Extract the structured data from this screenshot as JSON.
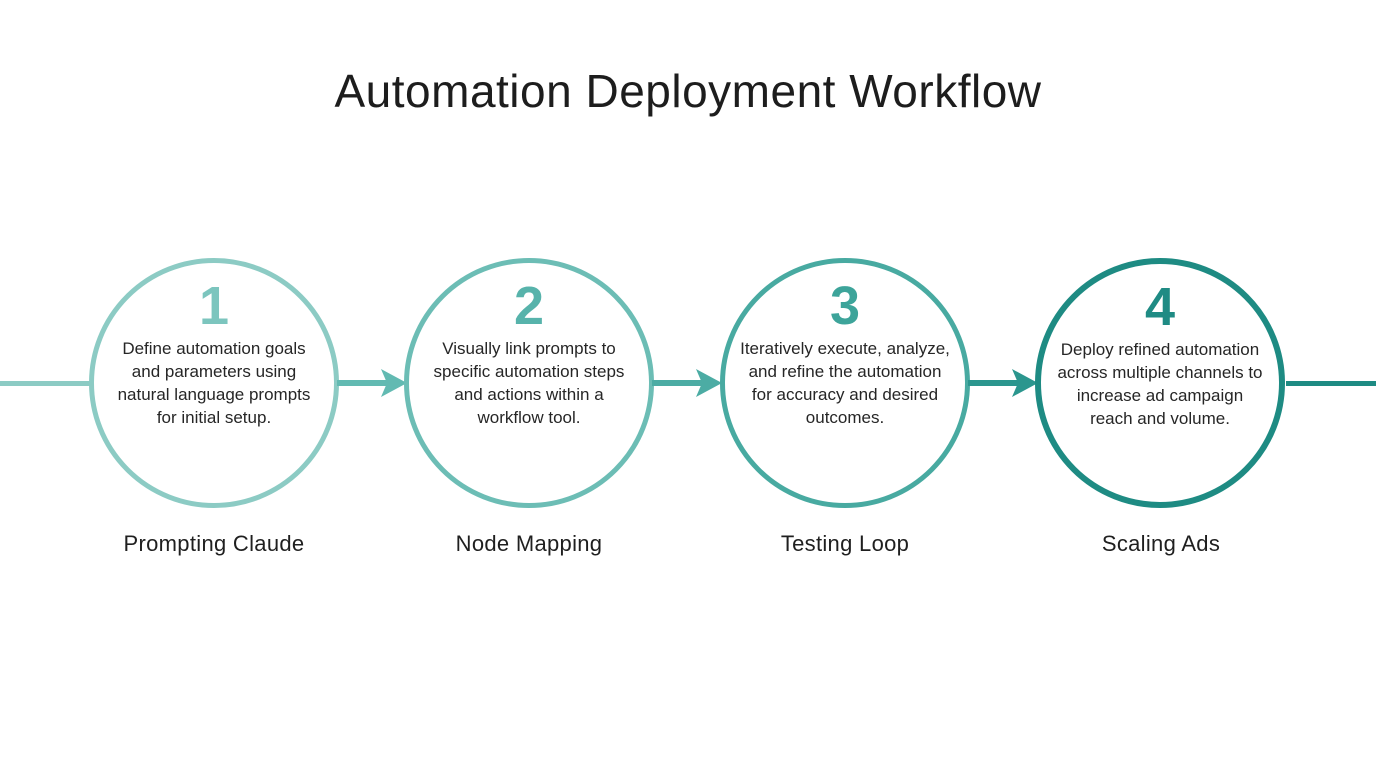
{
  "title": "Automation Deployment Workflow",
  "steps": [
    {
      "number": "1",
      "description": "Define automation goals and parameters using natural language prompts for initial setup.",
      "label": "Prompting Claude",
      "circle_color": "#8ccbc4",
      "number_color": "#7cc5be"
    },
    {
      "number": "2",
      "description": "Visually link prompts to specific automation steps and actions within a workflow tool.",
      "label": "Node Mapping",
      "circle_color": "#6cbdb5",
      "number_color": "#57b3ab"
    },
    {
      "number": "3",
      "description": "Iteratively execute, analyze, and refine the automation for accuracy and desired outcomes.",
      "label": "Testing Loop",
      "circle_color": "#48aaa1",
      "number_color": "#3da49a"
    },
    {
      "number": "4",
      "description": "Deploy refined automation across multiple channels to increase ad campaign reach and volume.",
      "label": "Scaling Ads",
      "circle_color": "#1e8b83",
      "number_color": "#1f8b84"
    }
  ],
  "connectors": {
    "left_line_color": "#8ccbc4",
    "arrow_colors": [
      "#62bab2",
      "#4caca4",
      "#2b968e"
    ],
    "right_line_color": "#1e8b83"
  },
  "text_colors": {
    "title": "#1d1d1d",
    "description": "#262626",
    "label": "#1f1f1f"
  }
}
